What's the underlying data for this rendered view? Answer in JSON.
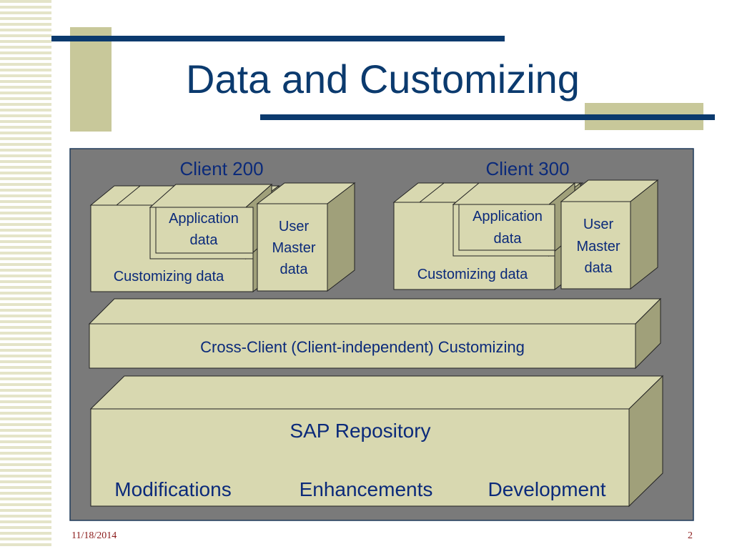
{
  "slide": {
    "title": "Data and Customizing",
    "date": "11/18/2014",
    "page_number": "2"
  },
  "colors": {
    "title": "#0b3a6e",
    "accent_bar": "#0b3a6e",
    "deco_block": "#c8c89a",
    "panel_bg": "#7a7a7a",
    "box_face": "#d8d8b0",
    "box_side": "#a0a07a",
    "text": "#0b2a7a"
  },
  "diagram": {
    "clients": [
      {
        "label": "Client 200",
        "customizing": "Customizing data",
        "application": [
          "Application",
          "data"
        ],
        "user_master": [
          "User",
          "Master",
          "data"
        ]
      },
      {
        "label": "Client 300",
        "customizing": "Customizing data",
        "application": [
          "Application",
          "data"
        ],
        "user_master": [
          "User",
          "Master",
          "data"
        ]
      }
    ],
    "cross_client": "Cross-Client (Client-independent) Customizing",
    "repository": {
      "title": "SAP Repository",
      "items": [
        "Modifications",
        "Enhancements",
        "Development"
      ]
    }
  }
}
